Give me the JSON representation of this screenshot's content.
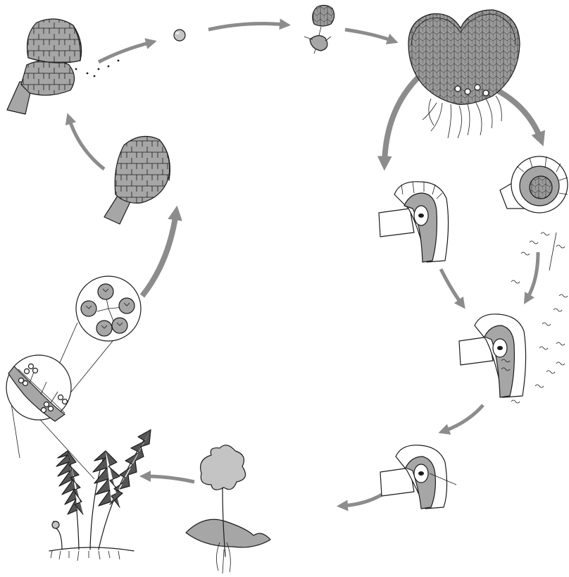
{
  "diagram": {
    "type": "life-cycle",
    "text_labels": [],
    "stages": [
      "sporangium-releasing-spores",
      "spore",
      "germinating-spore",
      "prothallus",
      "archegonium",
      "antheridium",
      "sperm",
      "fertilization",
      "zygote-in-archegonium",
      "young-sporophyte",
      "mature-fern-sporophyte",
      "sorus-detail",
      "sporangium"
    ]
  },
  "colors": {
    "arrow": "#8c8c8c",
    "tissue": "#a6a6a6",
    "tissue_light": "#c4c4c4",
    "ink": "#1a1a1a"
  }
}
